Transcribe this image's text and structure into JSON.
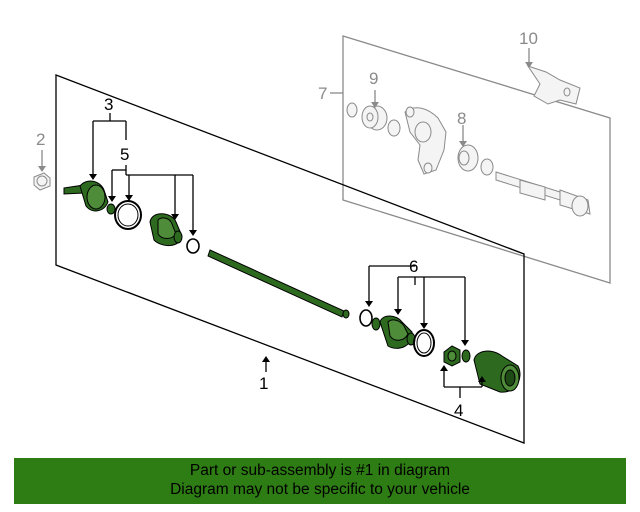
{
  "callouts": {
    "c1": "1",
    "c2": "2",
    "c3": "3",
    "c4": "4",
    "c5": "5",
    "c6": "6",
    "c7": "7",
    "c8": "8",
    "c9": "9",
    "c10": "10"
  },
  "footer": {
    "line1": "Part or sub-assembly is #1 in diagram",
    "line2": "Diagram may not be specific to your vehicle"
  },
  "colors": {
    "highlight_green": "#2e7d14",
    "part_green": "#2d6a1f",
    "gray_lines": "#8a8a8a"
  }
}
